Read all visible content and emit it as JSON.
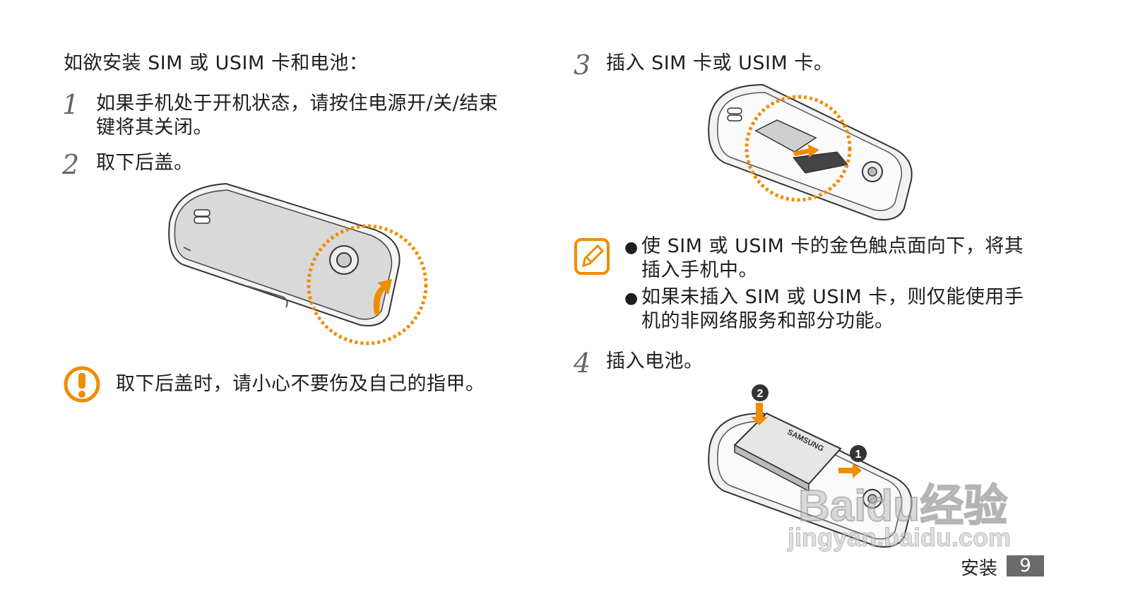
{
  "left": {
    "intro": "如欲安装 SIM 或 USIM 卡和电池：",
    "step1": {
      "num": "1",
      "line1": "如果手机处于开机状态，请按住电源开/关/结束",
      "line2": "键将其关闭。"
    },
    "step2": {
      "num": "2",
      "text": "取下后盖。"
    },
    "caution_text": "取下后盖时，请小心不要伤及自己的指甲。"
  },
  "right": {
    "step3": {
      "num": "3",
      "text": "插入 SIM 卡或 USIM 卡。"
    },
    "note_bullets": [
      {
        "line1": "使 SIM 或 USIM 卡的金色触点面向下，将其",
        "line2": "插入手机中。"
      },
      {
        "line1": "如果未插入 SIM 或 USIM 卡，则仅能使用手",
        "line2": "机的非网络服务和部分功能。"
      }
    ],
    "step4": {
      "num": "4",
      "text": "插入电池。"
    },
    "battery_brand": "SAMSUNG",
    "battery_callouts": [
      "2",
      "1"
    ]
  },
  "watermark": {
    "line1": "Baidu经验",
    "line2": "jingyan.baidu.com"
  },
  "footer": {
    "section": "安装",
    "page": "9"
  },
  "colors": {
    "accent": "#f08c00",
    "text": "#1e1e1e",
    "page_box": "#6b6b6b"
  },
  "icons": [
    "caution-icon",
    "note-icon"
  ]
}
